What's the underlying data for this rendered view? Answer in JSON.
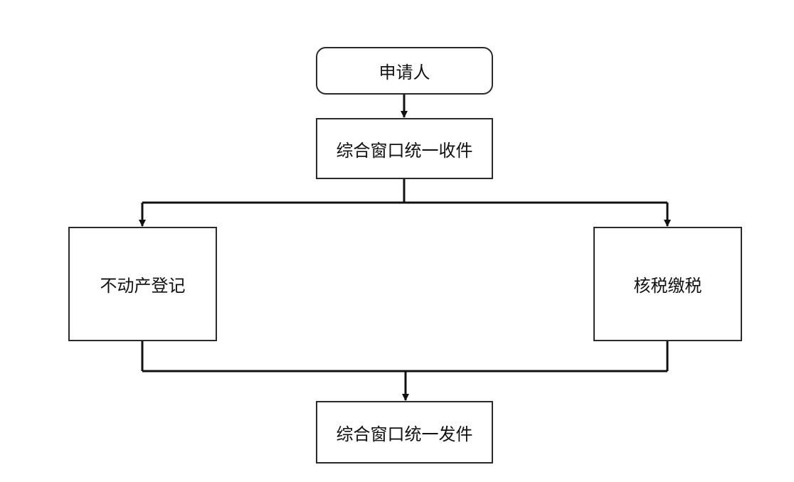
{
  "diagram": {
    "nodes": [
      {
        "id": "applicant",
        "label": "申请人",
        "shape": "rounded-rect"
      },
      {
        "id": "receive",
        "label": "综合窗口统一收件",
        "shape": "rect"
      },
      {
        "id": "registration",
        "label": "不动产登记",
        "shape": "rect"
      },
      {
        "id": "tax",
        "label": "核税缴税",
        "shape": "rect"
      },
      {
        "id": "dispatch",
        "label": "综合窗口统一发件",
        "shape": "rect"
      }
    ],
    "edges": [
      {
        "from": "applicant",
        "to": "receive"
      },
      {
        "from": "receive",
        "to": "registration"
      },
      {
        "from": "receive",
        "to": "tax"
      },
      {
        "from": "registration",
        "to": "dispatch"
      },
      {
        "from": "tax",
        "to": "dispatch"
      }
    ],
    "colors": {
      "line": "#111111",
      "border": "#2a2a2a",
      "background": "#ffffff"
    }
  }
}
